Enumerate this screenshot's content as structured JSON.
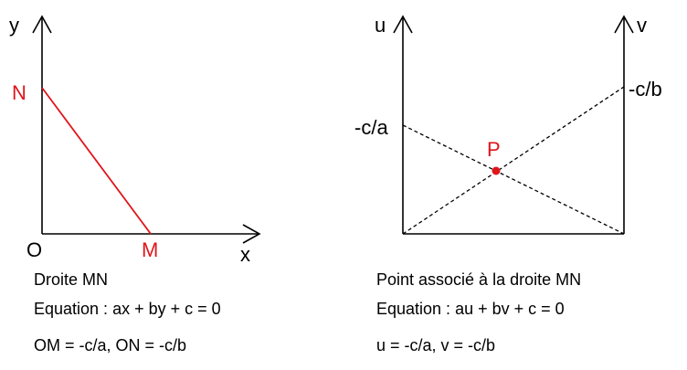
{
  "left_diagram": {
    "axis_labels": {
      "y": "y",
      "x": "x",
      "origin": "O"
    },
    "points": {
      "n": "N",
      "m": "M"
    },
    "caption": {
      "title": "Droite MN",
      "equation": "Equation : ax + by + c = 0",
      "intercepts": "OM = -c/a, ON = -c/b"
    },
    "colors": {
      "segment": "#e0151b",
      "axes": "#000000"
    }
  },
  "right_diagram": {
    "axis_labels": {
      "u": "u",
      "v": "v"
    },
    "ticks": {
      "u": "-c/a",
      "v": "-c/b"
    },
    "point": {
      "label": "P"
    },
    "caption": {
      "title": "Point associé à la droite MN",
      "equation": "Equation : au + bv + c = 0",
      "values": "u = -c/a, v = -c/b"
    },
    "colors": {
      "point": "#e0151b",
      "dashed": "#000000"
    }
  }
}
